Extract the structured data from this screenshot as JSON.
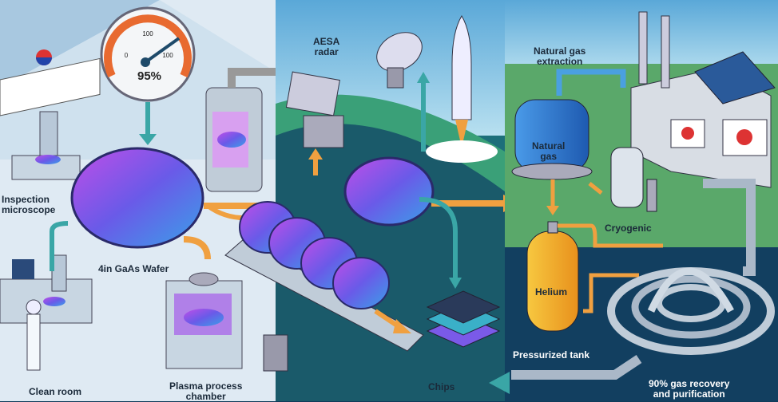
{
  "gauge": {
    "tick_top": "100",
    "tick_left": "0",
    "tick_right": "100",
    "reading": "95%",
    "value_percent": 95
  },
  "labels": {
    "inspection_microscope": "Inspection\nmicroscope",
    "wafer": "4in GaAs Wafer",
    "clean_room": "Clean room",
    "plasma_chamber": "Plasma process\nchamber",
    "aesa_radar": "AESA\nradar",
    "chips": "Chips",
    "natural_gas_extraction": "Natural gas\nextraction",
    "natural_gas_tank": "Natural\ngas",
    "cryogenic": "Cryogenic",
    "helium": "Helium",
    "pressurized_tank": "Pressurized tank",
    "gas_recovery": "90% gas recovery\nand purification"
  },
  "colors": {
    "cleanroom": "#dceaf4",
    "teal": "#1d6f7a",
    "grass": "#5aa86a",
    "deep_blue": "#0f3b5a",
    "wafer": "#7a4fe0",
    "arrow_orange": "#f0a040",
    "arrow_teal": "#3aa6a6",
    "helium": "#f2b630"
  }
}
